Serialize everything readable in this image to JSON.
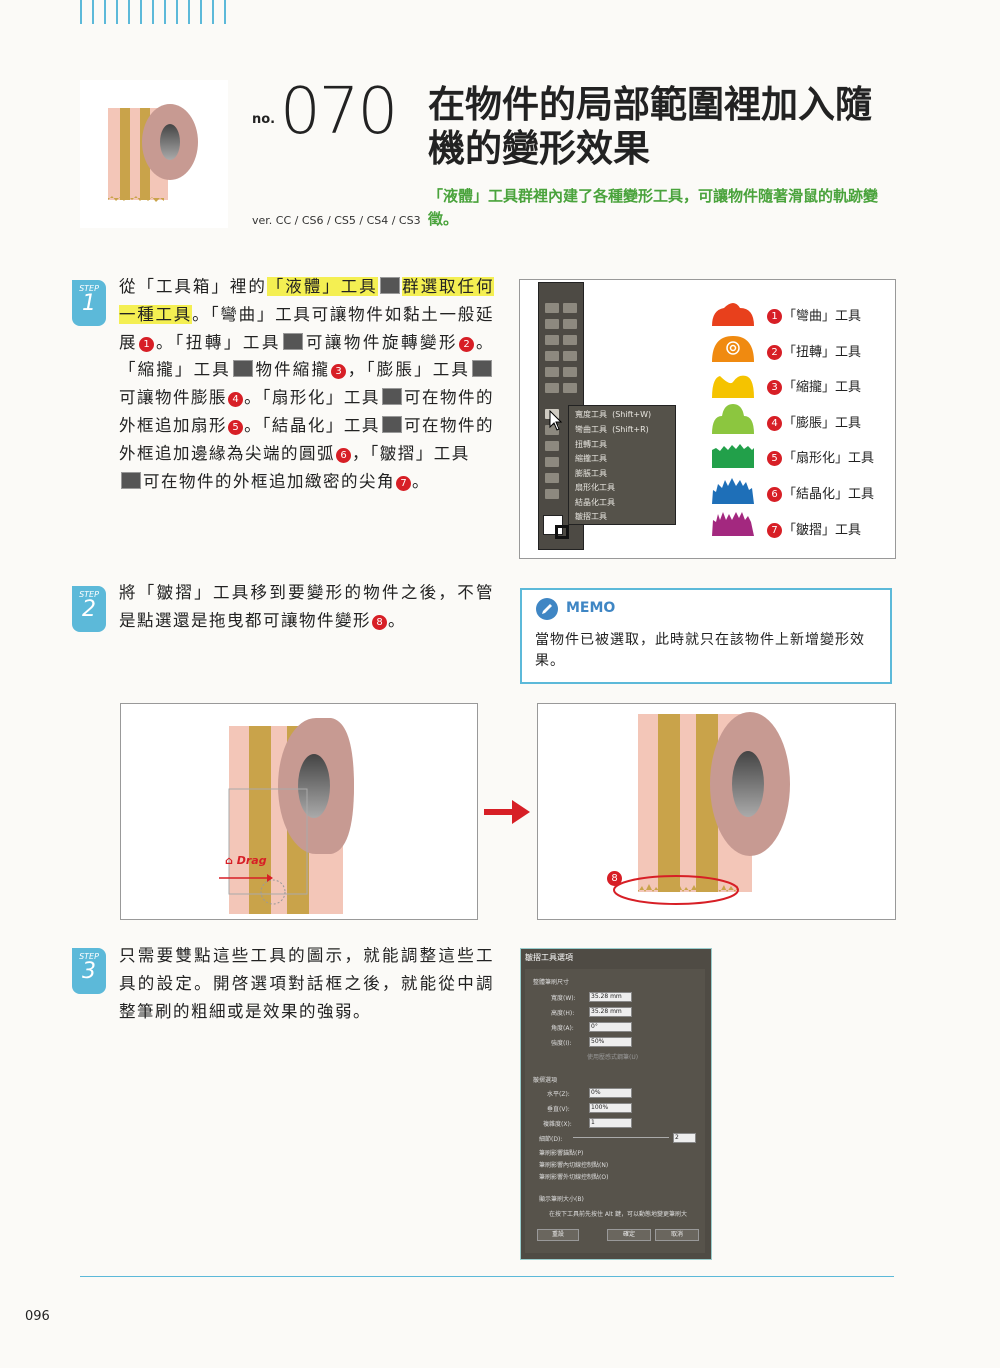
{
  "header": {
    "no_label": "no.",
    "no_number": "070",
    "title": "在物件的局部範圍裡加入隨機的變形效果",
    "version": "ver. CC / CS6 / CS5 / CS4 / CS3",
    "subtitle": "「液體」工具群裡內建了各種變形工具，可讓物件隨著滑鼠的軌跡變徵。"
  },
  "steps": [
    {
      "label": "STEP",
      "number": "1"
    },
    {
      "label": "STEP",
      "number": "2"
    },
    {
      "label": "STEP",
      "number": "3"
    }
  ],
  "step1": {
    "t1": "從「工具箱」裡的",
    "hl": "「液體」工具",
    "hl2": "群選取任何一種工具",
    "t2": "。「彎曲」工具可讓物件如黏土一般延展",
    "n1": "1",
    "t3": "。「扭轉」工具",
    "t4": "可讓物件旋轉變形",
    "n2": "2",
    "t5": "。「縮攏」工具",
    "t6": "物件縮攏",
    "n3": "3",
    "t7": "，「膨脹」工具",
    "t8": "可讓物件膨脹",
    "n4": "4",
    "t9": "。「扇形化」工具",
    "t10": "可在物件的外框追加扇形",
    "n5": "5",
    "t11": "。「結晶化」工具",
    "t12": "可在物件的外框追加邊緣為尖端的圓弧",
    "n6": "6",
    "t13": "，「皺摺」工具",
    "t14": "可在物件的外框追加緻密的尖角",
    "n7": "7",
    "t15": "。"
  },
  "step2": {
    "t1": "將「皺摺」工具移到要變形的物件之後，不管是點選還是拖曳都可讓物件變形",
    "n8": "8",
    "t2": "。"
  },
  "step3": {
    "t1": "只需要雙點這些工具的圖示，就能調整這些工具的設定。開啓選項對話框之後，就能從中調整筆刷的粗細或是效果的強弱。"
  },
  "flyout": {
    "items": [
      {
        "label": "寬度工具",
        "shortcut": "(Shift+W)"
      },
      {
        "label": "彎曲工具",
        "shortcut": "(Shift+R)"
      },
      {
        "label": "扭轉工具",
        "shortcut": ""
      },
      {
        "label": "縮攏工具",
        "shortcut": ""
      },
      {
        "label": "膨脹工具",
        "shortcut": ""
      },
      {
        "label": "扇形化工具",
        "shortcut": ""
      },
      {
        "label": "結晶化工具",
        "shortcut": ""
      },
      {
        "label": "皺摺工具",
        "shortcut": ""
      }
    ]
  },
  "legend": [
    {
      "num": "1",
      "label": "「彎曲」工具",
      "color": "#e8401c"
    },
    {
      "num": "2",
      "label": "「扭轉」工具",
      "color": "#f08a10"
    },
    {
      "num": "3",
      "label": "「縮攏」工具",
      "color": "#f5c300"
    },
    {
      "num": "4",
      "label": "「膨脹」工具",
      "color": "#8cc63f"
    },
    {
      "num": "5",
      "label": "「扇形化」工具",
      "color": "#22a04a"
    },
    {
      "num": "6",
      "label": "「結晶化」工具",
      "color": "#1e6fb8"
    },
    {
      "num": "7",
      "label": "「皺摺」工具",
      "color": "#a3287f"
    }
  ],
  "memo": {
    "title": "MEMO",
    "text": "當物件已被選取，此時就只在該物件上新增變形效果。"
  },
  "illus": {
    "drag": "Drag",
    "marker": "8"
  },
  "dialog": {
    "title": "皺摺工具選項",
    "sec1": "整體筆刷尺寸",
    "width_label": "寬度(W):",
    "width_val": "35.28 mm",
    "height_label": "高度(H):",
    "height_val": "35.28 mm",
    "angle_label": "角度(A):",
    "angle_val": "0°",
    "intensity_label": "強度(I):",
    "intensity_val": "50%",
    "pressure": "使用壓感式鋼筆(U)",
    "sec2": "皺摺選項",
    "h_label": "水平(Z):",
    "h_val": "0%",
    "v_label": "垂直(V):",
    "v_val": "100%",
    "c_label": "複雜度(X):",
    "c_val": "1",
    "detail_label": "細節(D):",
    "detail_val": "2",
    "opt1": "筆刷影響錨點(P)",
    "opt2": "筆刷影響內切線控制點(N)",
    "opt3": "筆刷影響外切線控制點(O)",
    "show_size": "顯示筆刷大小(B)",
    "tip": "在按下工具前先按住 Alt 鍵，可以動態地變更筆刷大",
    "reset": "重設",
    "ok": "確定",
    "cancel": "取消"
  },
  "footer": {
    "page": "096"
  }
}
